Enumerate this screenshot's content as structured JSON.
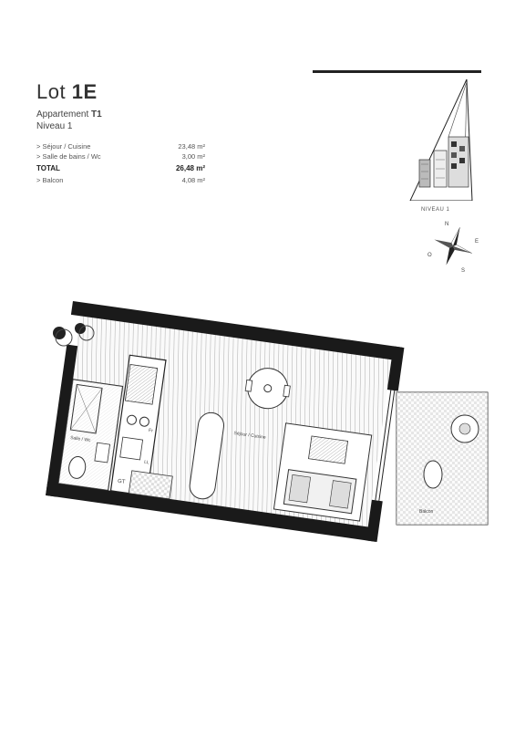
{
  "header": {
    "lot_prefix": "Lot",
    "lot_number": "1E",
    "type_prefix": "Appartement",
    "type_value": "T1",
    "level": "Niveau 1"
  },
  "surfaces": {
    "rows": [
      {
        "label": "> Séjour / Cuisine",
        "value": "23,48 m²"
      },
      {
        "label": "> Salle de bains / Wc",
        "value": "3,00 m²"
      }
    ],
    "total": {
      "label": "TOTAL",
      "value": "26,48 m²"
    },
    "balcony": {
      "label": "> Balcon",
      "value": "4,08 m²"
    }
  },
  "site": {
    "level_label": "NIVEAU 1"
  },
  "compass": {
    "n": "N",
    "e": "E",
    "s": "S",
    "o": "O"
  },
  "plan": {
    "room_main": "Séjour / Cuisine",
    "room_bath": "Salle / Wc",
    "gt": "GT",
    "fr": "Fr",
    "ll": "LL",
    "balcony": "Balcon"
  }
}
